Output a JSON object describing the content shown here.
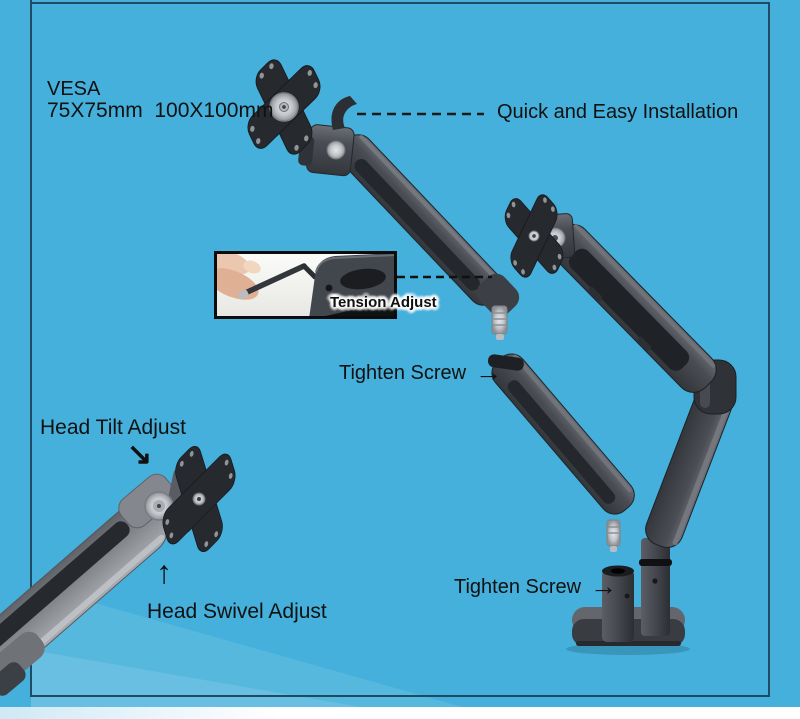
{
  "theme": {
    "bg_color": "#44b0db",
    "border_color": "#1f4a63",
    "label_color": "#111111",
    "footer_strip_color": "#ffffff",
    "arm_dark_color": "#3a3e43",
    "arm_light_color": "#9a9ea3",
    "vesa_plate_color": "#26292e",
    "silver_color": "#c9cdd1"
  },
  "annotations": {
    "vesa_title": "VESA",
    "vesa_sizes": "75X75mm  100X100mm",
    "quick_install": "Quick and Easy Installation",
    "tension_adjust": "Tension Adjust",
    "tighten_screw_upper": "Tighten Screw",
    "tighten_screw_lower": "Tighten Screw",
    "head_tilt": "Head Tilt Adjust",
    "head_swivel": "Head Swivel Adjust"
  },
  "icons": {
    "arrow_right": "→",
    "arrow_down_right": "↘",
    "arrow_up": "↑"
  }
}
